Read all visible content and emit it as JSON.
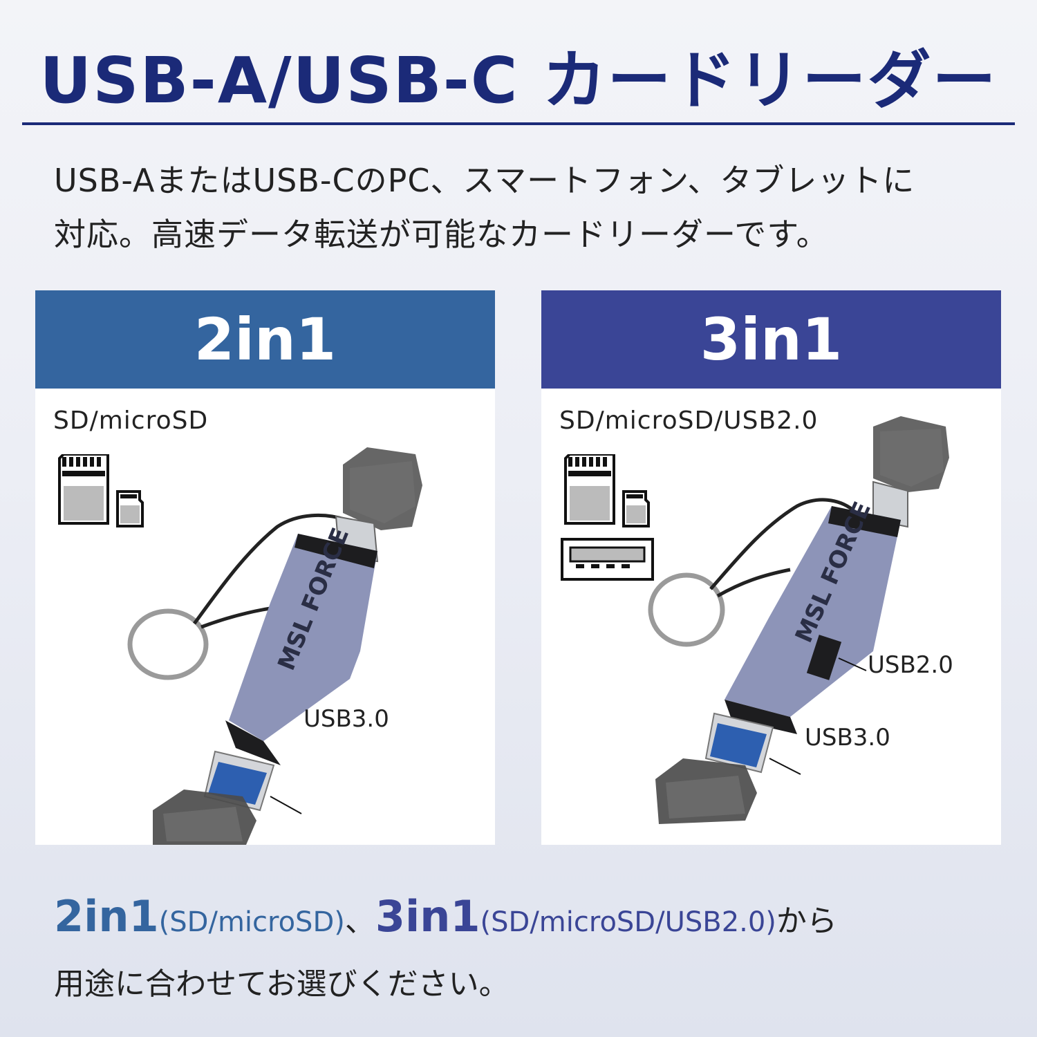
{
  "title": "USB-A/USB-C カードリーダー",
  "intro": {
    "line1": "USB-AまたはUSB-CのPC、スマートフォン、タブレットに",
    "line2": "対応。高速データ転送が可能なカードリーダーです。"
  },
  "panels": [
    {
      "heading": "2in1",
      "subtitle": "SD/microSD",
      "callouts": [
        "USB3.0"
      ],
      "icons": [
        "sd-card-icon",
        "microsd-card-icon"
      ],
      "brand": "MSL FORCE"
    },
    {
      "heading": "3in1",
      "subtitle": "SD/microSD/USB2.0",
      "callouts": [
        "USB2.0",
        "USB3.0"
      ],
      "icons": [
        "sd-card-icon",
        "microsd-card-icon",
        "usb-a-port-icon"
      ],
      "brand": "MSL FORCE"
    }
  ],
  "footer": {
    "a_big": "2in1",
    "a_paren": "(SD/microSD)",
    "sep": "、",
    "b_big": "3in1",
    "b_paren": "(SD/microSD/USB2.0)",
    "tail1": "から",
    "line2": "用途に合わせてお選びください。"
  },
  "colors": {
    "title": "#1b2a78",
    "panel_2in1": "#34659f",
    "panel_3in1": "#3a4596",
    "device_body": "#8d94b8"
  }
}
